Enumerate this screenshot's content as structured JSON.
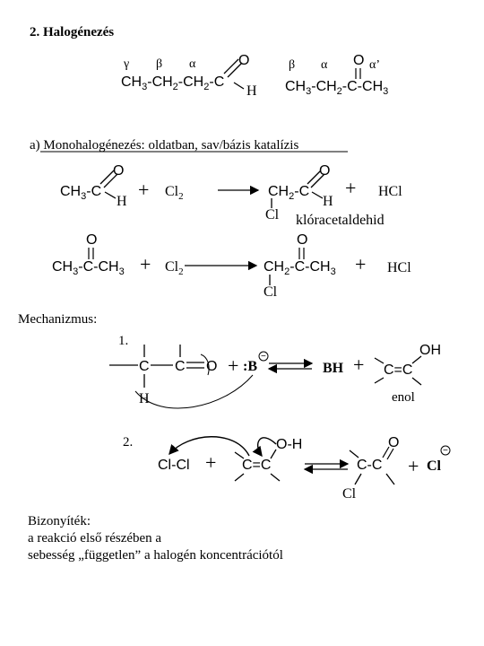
{
  "section_title": "2. Halogénezés",
  "header_examples": {
    "aldehyde": {
      "greek": [
        "γ",
        "β",
        "α"
      ],
      "formula": "CH3-CH2-CH2-C",
      "o": "O",
      "h": "H"
    },
    "ketone": {
      "greek": [
        "β",
        "α",
        "α’"
      ],
      "formula": "CH3-CH2-C-CH3",
      "o": "O"
    }
  },
  "subsection_title": "a) Monohalogénezés: oldatban, sav/bázis katalízis",
  "reaction1": {
    "reactant": "CH3-C",
    "reactant_o": "O",
    "reactant_h": "H",
    "plus": "+",
    "reagent": "Cl2",
    "product": "CH2-C",
    "product_o": "O",
    "product_h": "H",
    "product_cl": "Cl",
    "byproduct": "HCl",
    "product_name": "klóracetaldehid"
  },
  "reaction2": {
    "reactant": "CH3-C-CH3",
    "reactant_o": "O",
    "plus": "+",
    "reagent": "Cl2",
    "product": "CH2-C-CH3",
    "product_o": "O",
    "product_cl": "Cl",
    "byproduct": "HCl"
  },
  "mechanism": {
    "label": "Mechanizmus:",
    "step1": {
      "number": "1.",
      "c1": "C",
      "c2": "C",
      "o": "O",
      "h": "H",
      "plus": "+",
      "base": ":B",
      "charge": "−",
      "product_bh": "BH",
      "product_plus": "+",
      "enol": "C=C",
      "oh": "OH",
      "enol_label": "enol"
    },
    "step2": {
      "number": "2.",
      "cl2": "Cl-Cl",
      "plus": "+",
      "enol": "C=C",
      "oh": "O-H",
      "product": "C-C",
      "product_o": "O",
      "product_cl": "Cl",
      "product_plus": "+",
      "chloride": "Cl",
      "charge": "−"
    }
  },
  "evidence": {
    "title": "Bizonyíték:",
    "line1": "a reakció első részében a",
    "line2": "sebesség „független” a halogén koncentrációtól"
  }
}
